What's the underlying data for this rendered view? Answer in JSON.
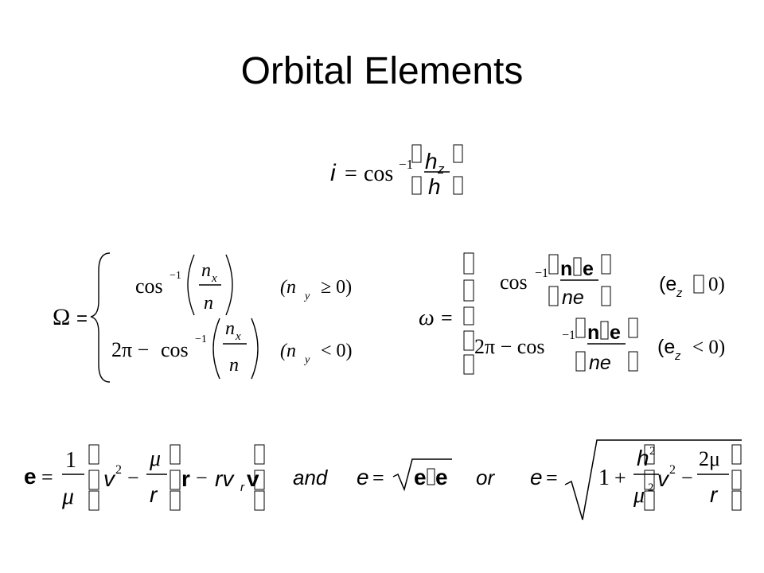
{
  "title": "Orbital Elements",
  "inclination": {
    "lhs": "i",
    "eq": "=",
    "func": "cos",
    "inv": "−1",
    "num": "h",
    "num_sub": "z",
    "den": "h"
  },
  "raan": {
    "lhs": "Ω",
    "eq": "=",
    "func": "cos",
    "inv": "−1",
    "num": "n",
    "num_sub": "x",
    "den": "n",
    "case1_cond": "(n",
    "cond_sub": "y",
    "case1_rel": "≥ 0)",
    "case2_prefix": "2π −",
    "case2_rel": "< 0)"
  },
  "argp": {
    "lhs": "ω",
    "eq": "=",
    "func": "cos",
    "inv": "−1",
    "num_n": "n",
    "num_e": "e",
    "den": "ne",
    "case1_cond": "(e",
    "cond_sub": "z",
    "case1_rel": "0)",
    "case2_prefix": "2π − cos",
    "case2_rel": "< 0)"
  },
  "ecc": {
    "lhs": "e",
    "eq": "=",
    "one": "1",
    "mu": "μ",
    "v": "v",
    "sq": "2",
    "minus": "−",
    "r": "r",
    "rvr": "rv",
    "r_sub": "r",
    "vbold": "v",
    "and": "and",
    "e_italic": "e",
    "dot_e": "e",
    "or": "or",
    "plus": "+",
    "h": "h",
    "two_mu": "2μ"
  }
}
